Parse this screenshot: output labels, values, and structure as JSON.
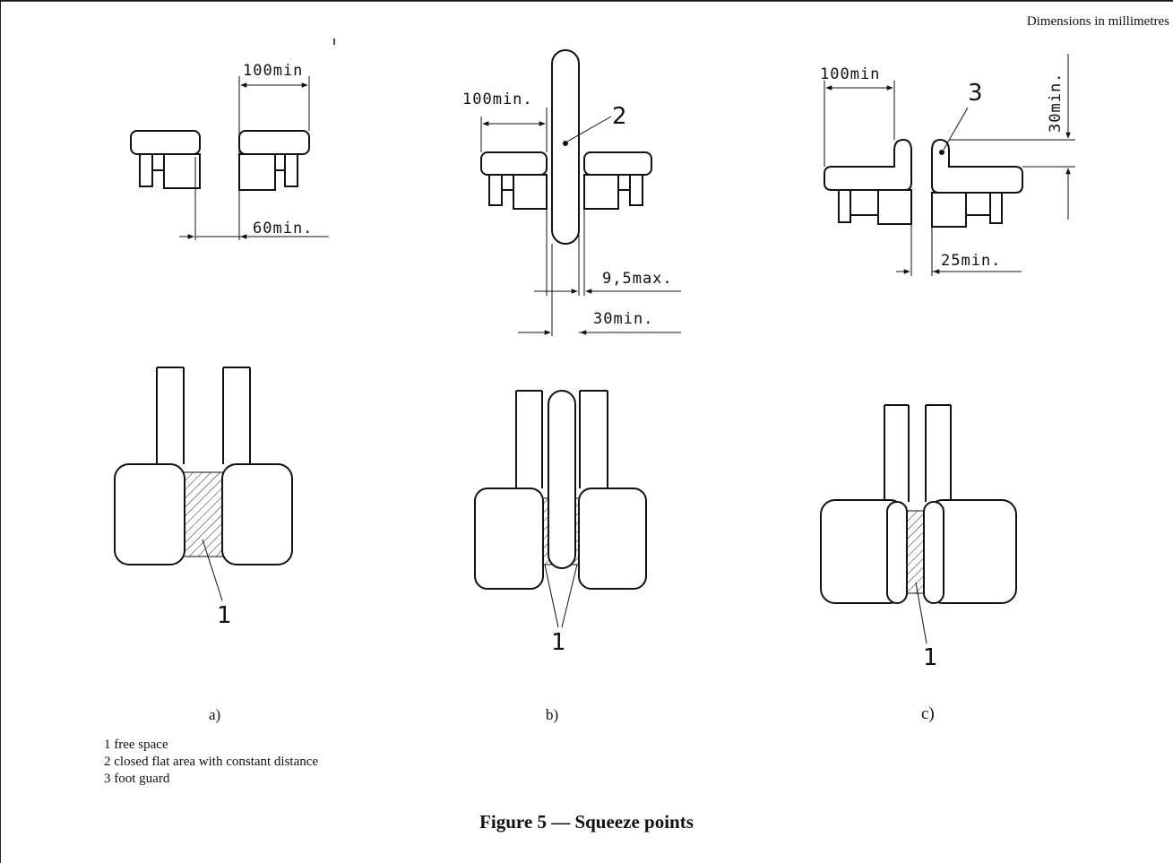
{
  "header_note": "Dimensions in millimetres",
  "panels": [
    {
      "id": "a",
      "label": "a)",
      "dims": {
        "top": "100min",
        "bottom": "60min."
      },
      "callout": "1"
    },
    {
      "id": "b",
      "label": "b)",
      "dims": {
        "top": "100min.",
        "gap": "9,5max.",
        "width": "30min."
      },
      "callouts": [
        "2",
        "1"
      ]
    },
    {
      "id": "c",
      "label": "c)",
      "dims": {
        "top": "100min",
        "height": "30min.",
        "bottom": "25min."
      },
      "callouts": [
        "3",
        "1"
      ]
    }
  ],
  "legend": [
    "1 free space",
    "2 closed flat area with constant distance",
    "3 foot guard"
  ],
  "caption": "Figure 5 — Squeeze points"
}
